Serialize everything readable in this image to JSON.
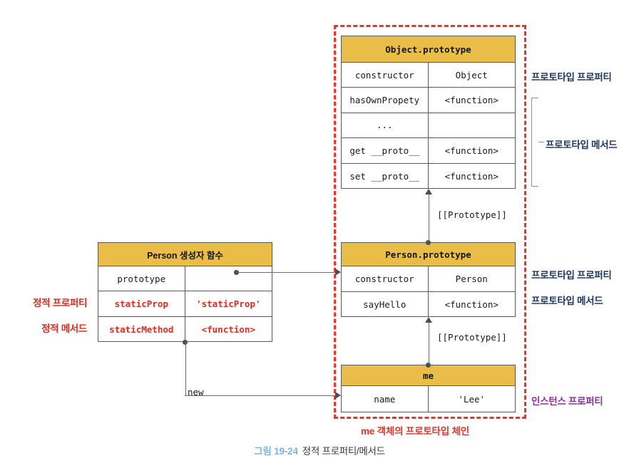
{
  "figure": {
    "number": "그림 19-24",
    "title": "정적 프로퍼티/메서드"
  },
  "chain": {
    "caption": "me 객체의 프로토타입 체인",
    "border_color": "#e8342a"
  },
  "theme": {
    "header_fill": "#e9bd48",
    "table_border": "#58595b",
    "static_color": "#e02b20",
    "navy_label": "#1f3864",
    "purple_label": "#8b2fa0",
    "caption_blue": "#7fb4dd"
  },
  "tables": {
    "object_prototype": {
      "title": "Object.prototype",
      "rows": [
        {
          "key": "constructor",
          "value": "Object"
        },
        {
          "key": "hasOwnPropety",
          "value": "<function>"
        },
        {
          "key": "...",
          "value": ""
        },
        {
          "key": "get __proto__",
          "value": "<function>"
        },
        {
          "key": "set __proto__",
          "value": "<function>"
        }
      ]
    },
    "person_constructor": {
      "title": "Person 생성자 함수",
      "rows": [
        {
          "key": "prototype",
          "value": "",
          "static": false
        },
        {
          "key": "staticProp",
          "value": "'staticProp'",
          "static": true
        },
        {
          "key": "staticMethod",
          "value": "<function>",
          "static": true
        }
      ]
    },
    "person_prototype": {
      "title": "Person.prototype",
      "rows": [
        {
          "key": "constructor",
          "value": "Person"
        },
        {
          "key": "sayHello",
          "value": "<function>"
        }
      ]
    },
    "me_instance": {
      "title": "me",
      "rows": [
        {
          "key": "name",
          "value": "'Lee'"
        }
      ]
    }
  },
  "edges": {
    "prototype_link_upper": "[[Prototype]]",
    "prototype_link_lower": "[[Prototype]]",
    "new_label": "new"
  },
  "annotations": {
    "left": [
      {
        "text": "정적 프로퍼티",
        "color": "red"
      },
      {
        "text": "정적 메서드",
        "color": "red"
      }
    ],
    "right": [
      {
        "text": "프로토타입 프로퍼티",
        "color": "navy"
      },
      {
        "text": "프로토타입 메서드",
        "color": "navy"
      },
      {
        "text": "프로토타입 프로퍼티",
        "color": "navy"
      },
      {
        "text": "프로토타입 메서드",
        "color": "navy"
      },
      {
        "text": "인스턴스 프로퍼티",
        "color": "purple"
      }
    ]
  }
}
